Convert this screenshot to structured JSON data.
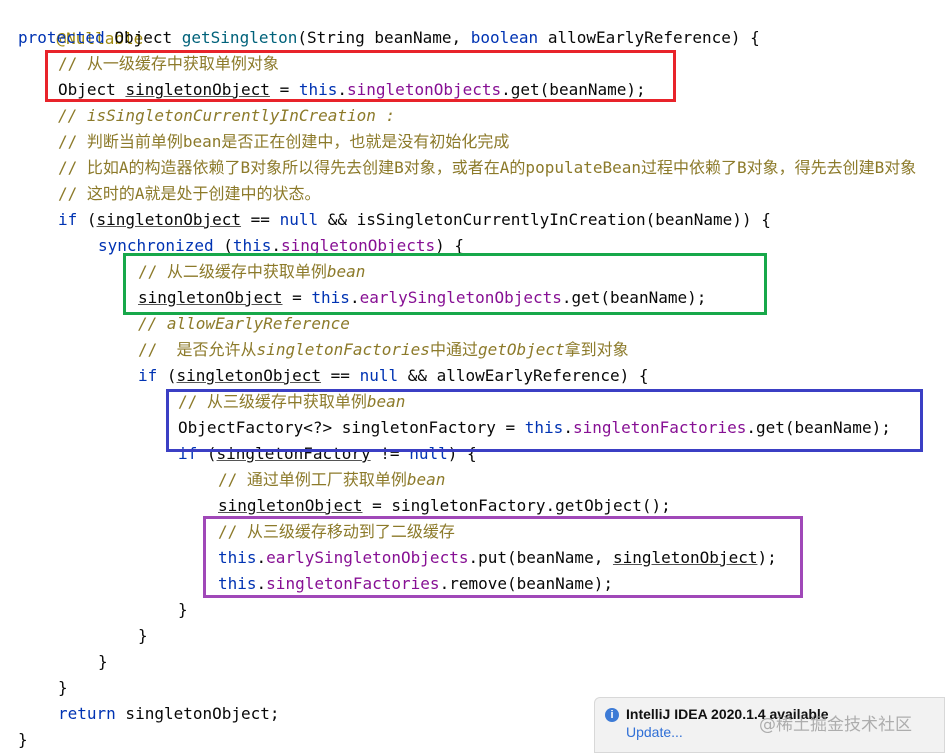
{
  "code": {
    "annotation": "@Nullable",
    "sig_protected": "protected",
    "sig_object": " Object ",
    "sig_method": "getSingleton",
    "sig_params_a": "(String beanName, ",
    "sig_boolean": "boolean",
    "sig_params_b": " allowEarlyReference) {",
    "c1": "// 从一级缓存中获取单例对象",
    "l3_a": "Object ",
    "singletonObject": "singletonObject",
    "eq": " = ",
    "this": "this",
    "dot": ".",
    "f_singletonObjects": "singletonObjects",
    "get_beanName": ".get(beanName);",
    "c2": "// isSingletonCurrentlyInCreation :",
    "c3": "// 判断当前单例bean是否正在创建中，也就是没有初始化完成",
    "c4": "// 比如A的构造器依赖了B对象所以得先去创建B对象，或者在A的populateBean过程中依赖了B对象，得先去创建B对象",
    "c5": "// 这时的A就是处于创建中的状态。",
    "if_kw": "if",
    "l9_a": " (",
    "l9_b": " == ",
    "null": "null",
    "l9_c": " && isSingletonCurrentlyInCreation(beanName)) {",
    "synchronized": "synchronized",
    "l10_a": " (",
    "l10_b": ") {",
    "c6_a": "// 从二级缓存中获取单例",
    "bean": "bean",
    "f_earlySingletonObjects": "earlySingletonObjects",
    "c7": "// allowEarlyReference",
    "c8_a": "//  是否允许从",
    "c8_b": "singletonFactories",
    "c8_c": "中通过",
    "c8_d": "getObject",
    "c8_e": "拿到对象",
    "l16_c": " && allowEarlyReference) {",
    "c9_a": "// 从三级缓存中获取单例",
    "l18_a": "ObjectFactory<?> singletonFactory = ",
    "f_singletonFactories": "singletonFactories",
    "l19_a": " (",
    "singletonFactory": "singletonFactory",
    "l19_b": " != ",
    "l19_c": ") {",
    "c10_a": "// 通过单例工厂获取单例",
    "l21_b": "singletonFactory.getObject();",
    "c11": "// 从三级缓存移动到了二级缓存",
    "l23_b": ".put(beanName, ",
    "l23_c": ");",
    "l24_b": ".remove(beanName);",
    "close": "}",
    "return": "return",
    "l29_b": " singletonObject;"
  },
  "colors": {
    "box_red": "#e8232a",
    "box_green": "#17a84a",
    "box_blue": "#3b3fc4",
    "box_purple": "#a048b8"
  },
  "notification": {
    "icon": "info-icon",
    "icon_glyph": "i",
    "title": "IntelliJ IDEA 2020.1.4 available",
    "link": "Update..."
  },
  "watermark": "@稀土掘金技术社区"
}
